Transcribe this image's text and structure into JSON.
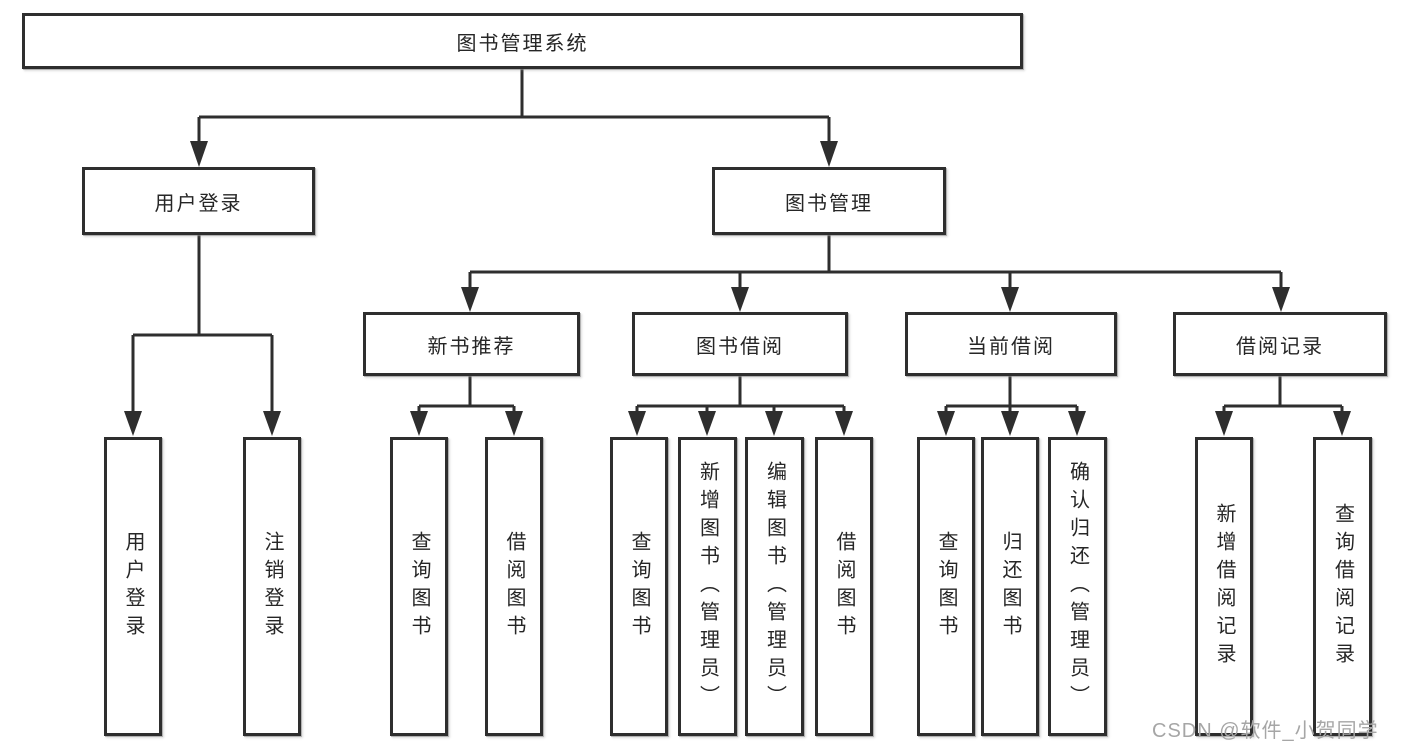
{
  "diagram": {
    "root": "图书管理系统",
    "branches": {
      "user_login": "用户登录",
      "book_management": "图书管理"
    },
    "modules": [
      "新书推荐",
      "图书借阅",
      "当前借阅",
      "借阅记录"
    ],
    "leaves": [
      "用户登录",
      "注销登录",
      "查询图书",
      "借阅图书",
      "查询图书",
      "新增图书（管理员）",
      "编辑图书（管理员）",
      "借阅图书",
      "查询图书",
      "归还图书",
      "确认归还（管理员）",
      "新增借阅记录",
      "查询借阅记录"
    ]
  },
  "watermark": {
    "text": "CSDN @软件_小贺同学"
  },
  "colors": {
    "line": "#2e2e2e",
    "text": "#262626",
    "watermark": "#a6a6a6",
    "background": "#ffffff"
  }
}
